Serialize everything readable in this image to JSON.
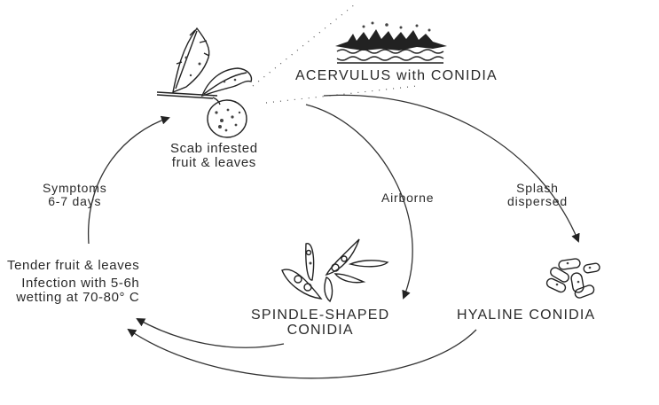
{
  "diagram": {
    "type": "disease-cycle",
    "stages": {
      "scab_fruit": {
        "line1": "Scab infested",
        "line2": "fruit & leaves"
      },
      "acervulus": {
        "label": "ACERVULUS with CONIDIA"
      },
      "spindle_conidia": {
        "line1": "SPINDLE-SHAPED",
        "line2": "CONIDIA"
      },
      "hyaline_conidia": {
        "label": "HYALINE CONIDIA"
      },
      "tender_fruit": {
        "line1": "Tender fruit & leaves",
        "line2": "Infection with 5-6h",
        "line3": "wetting at 70-80° C"
      }
    },
    "transitions": {
      "symptoms": {
        "line1": "Symptoms",
        "line2": "6-7 days"
      },
      "airborne": {
        "label": "Airborne"
      },
      "splash": {
        "line1": "Splash",
        "line2": "dispersed"
      }
    },
    "colors": {
      "line": "#333333",
      "text": "#2a2a2a",
      "background": "#ffffff"
    }
  }
}
